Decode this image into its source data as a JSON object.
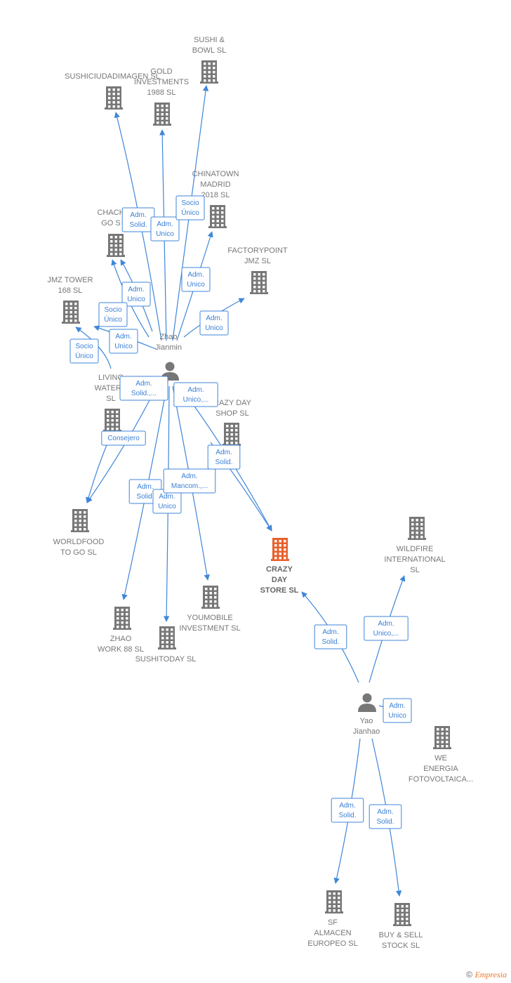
{
  "colors": {
    "edge": "#3f86d9",
    "edge_label_border": "#3f86d9",
    "edge_label_text": "#3a7fd5",
    "company_icon": "#777777",
    "focus_icon": "#e8602c",
    "person_icon": "#777777"
  },
  "icons": {
    "company": "building-icon",
    "person": "person-icon"
  },
  "nodes": [
    {
      "id": "sushi_bowl",
      "type": "company",
      "label": [
        "SUSHI &",
        "BOWL  SL"
      ]
    },
    {
      "id": "sushiciudad",
      "type": "company",
      "label": [
        "SUSHICIUDADIMAGEN SL"
      ]
    },
    {
      "id": "gold",
      "type": "company",
      "label": [
        "GOLD",
        "INVESTMENTS",
        "1988  SL"
      ]
    },
    {
      "id": "chinatown",
      "type": "company",
      "label": [
        "CHINATOWN",
        "MADRID",
        "2018  SL"
      ]
    },
    {
      "id": "chachgo",
      "type": "company",
      "label": [
        "CHACH",
        "GO  S"
      ]
    },
    {
      "id": "factorypoint",
      "type": "company",
      "label": [
        "FACTORYPOINT",
        "JMZ  SL"
      ]
    },
    {
      "id": "jmz_tower",
      "type": "company",
      "label": [
        "JMZ TOWER",
        "168  SL"
      ]
    },
    {
      "id": "zhao",
      "type": "person",
      "label": [
        "Zhao",
        "Jianmin"
      ]
    },
    {
      "id": "living_water",
      "type": "company",
      "label": [
        "LIVING",
        "WATER J",
        "SL"
      ]
    },
    {
      "id": "crazy_day_shop",
      "type": "company",
      "label": [
        "RAZY DAY",
        "SHOP  SL"
      ]
    },
    {
      "id": "worldfood",
      "type": "company",
      "label": [
        "WORLDFOOD",
        "TO GO  SL"
      ]
    },
    {
      "id": "crazy_day_store",
      "type": "company",
      "focus": true,
      "label": [
        "CRAZY",
        "DAY",
        "STORE  SL"
      ]
    },
    {
      "id": "wildfire",
      "type": "company",
      "label": [
        "WILDFIRE",
        "INTERNATIONAL",
        "SL"
      ]
    },
    {
      "id": "zhao_work",
      "type": "company",
      "label": [
        "ZHAO",
        "WORK 88 SL"
      ]
    },
    {
      "id": "sushitoday",
      "type": "company",
      "label": [
        "SUSHITODAY SL"
      ]
    },
    {
      "id": "youmobile",
      "type": "company",
      "label": [
        "YOUMOBILE",
        "INVESTMENT SL"
      ]
    },
    {
      "id": "yao",
      "type": "person",
      "label": [
        "Yao",
        "Jianhao"
      ]
    },
    {
      "id": "we_energia",
      "type": "company",
      "label": [
        "WE",
        "ENERGIA",
        "FOTOVOLTAICA..."
      ]
    },
    {
      "id": "sf_almacen",
      "type": "company",
      "label": [
        "SF",
        "ALMACEN",
        "EUROPEO  SL"
      ]
    },
    {
      "id": "buy_sell",
      "type": "company",
      "label": [
        "BUY & SELL",
        "STOCK  SL"
      ]
    }
  ],
  "edges": [
    {
      "from": "zhao",
      "to": "sushiciudad",
      "label": [
        "Adm.",
        "Solid."
      ]
    },
    {
      "from": "zhao",
      "to": "gold",
      "label": [
        "Adm.",
        "Unico"
      ]
    },
    {
      "from": "zhao",
      "to": "sushi_bowl",
      "label": [
        "Socio",
        "Único"
      ]
    },
    {
      "from": "zhao",
      "to": "chinatown",
      "label": [
        "Adm.",
        "Unico"
      ]
    },
    {
      "from": "zhao",
      "to": "chachgo",
      "label": [
        "Adm.",
        "Unico"
      ]
    },
    {
      "from": "zhao",
      "to": "chachgo",
      "label": [
        "Socio",
        "Único"
      ]
    },
    {
      "from": "zhao",
      "to": "factorypoint",
      "label": [
        "Adm.",
        "Unico"
      ]
    },
    {
      "from": "zhao",
      "to": "jmz_tower",
      "label": [
        "Adm.",
        "Unico"
      ]
    },
    {
      "from": "zhao",
      "to": "jmz_tower",
      "label": [
        "Socio",
        "Único"
      ]
    },
    {
      "from": "zhao",
      "to": "worldfood",
      "label": [
        "Adm.",
        "Solid.,..."
      ]
    },
    {
      "from": "zhao",
      "to": "worldfood",
      "label": [
        "Consejero"
      ]
    },
    {
      "from": "zhao",
      "to": "crazy_day_store",
      "label": [
        "Adm.",
        "Unico,..."
      ]
    },
    {
      "from": "zhao",
      "to": "crazy_day_store",
      "label": [
        "Adm.",
        "Solid."
      ]
    },
    {
      "from": "zhao",
      "to": "zhao_work",
      "label": [
        "Adm.",
        "Solid."
      ]
    },
    {
      "from": "zhao",
      "to": "sushitoday",
      "label": [
        "Adm.",
        "Unico"
      ]
    },
    {
      "from": "zhao",
      "to": "youmobile",
      "label": [
        "Adm.",
        "Mancom.,..."
      ]
    },
    {
      "from": "yao",
      "to": "crazy_day_store",
      "label": [
        "Adm.",
        "Solid."
      ]
    },
    {
      "from": "yao",
      "to": "wildfire",
      "label": [
        "Adm.",
        "Unico,..."
      ]
    },
    {
      "from": "yao",
      "to": "we_energia",
      "label": [
        "Adm.",
        "Unico"
      ]
    },
    {
      "from": "yao",
      "to": "sf_almacen",
      "label": [
        "Adm.",
        "Solid."
      ]
    },
    {
      "from": "yao",
      "to": "buy_sell",
      "label": [
        "Adm.",
        "Solid."
      ]
    }
  ],
  "footer": {
    "copyright": "©",
    "brand": "Empresia"
  }
}
